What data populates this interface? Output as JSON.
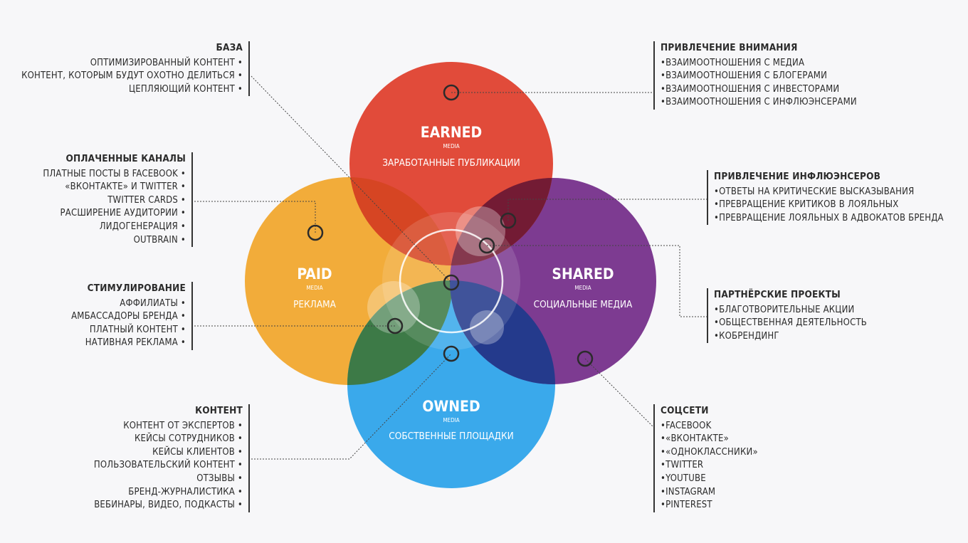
{
  "circles": {
    "earned": {
      "name": "EARNED",
      "media": "MEDIA",
      "sub": "ЗАРАБОТАННЫЕ ПУБЛИКАЦИИ",
      "color": "#e14b3a"
    },
    "paid": {
      "name": "PAID",
      "media": "MEDIA",
      "sub": "РЕКЛАМА",
      "color": "#f2ac3a"
    },
    "shared": {
      "name": "SHARED",
      "media": "MEDIA",
      "sub": "СОЦИАЛЬНЫЕ МЕДИА",
      "color": "#7d3b91"
    },
    "owned": {
      "name": "OWNED",
      "media": "MEDIA",
      "sub": "СОБСТВЕННЫЕ ПЛОЩАДКИ",
      "color": "#3aa9eb"
    }
  },
  "blocks": {
    "baza": {
      "title": "БАЗА",
      "items": [
        "ОПТИМИЗИРОВАННЫЙ КОНТЕНТ",
        "КОНТЕНТ, КОТОРЫМ БУДУТ ОХОТНО ДЕЛИТЬСЯ",
        "ЦЕПЛЯЮЩИЙ КОНТЕНТ"
      ]
    },
    "paid_channels": {
      "title": "ОПЛАЧЕННЫЕ КАНАЛЫ",
      "items": [
        "ПЛАТНЫЕ ПОСТЫ В FACEBOOK",
        "«ВКОНТАКТЕ» И TWITTER",
        "TWITTER CARDS",
        "РАСШИРЕНИЕ АУДИТОРИИ",
        "ЛИДОГЕНЕРАЦИЯ",
        "OUTBRAIN"
      ]
    },
    "stimulation": {
      "title": "СТИМУЛИРОВАНИЕ",
      "items": [
        "АФФИЛИАТЫ",
        "АМБАССАДОРЫ БРЕНДА",
        "ПЛАТНЫЙ КОНТЕНТ",
        "НАТИВНАЯ РЕКЛАМА"
      ]
    },
    "content": {
      "title": "КОНТЕНТ",
      "items": [
        "КОНТЕНТ ОТ ЭКСПЕРТОВ",
        "КЕЙСЫ СОТРУДНИКОВ",
        "КЕЙСЫ КЛИЕНТОВ",
        "ПОЛЬЗОВАТЕЛЬСКИЙ КОНТЕНТ",
        "ОТЗЫВЫ",
        "БРЕНД-ЖУРНАЛИСТИКА",
        "ВЕБИНАРЫ, ВИДЕО, ПОДКАСТЫ"
      ]
    },
    "attention": {
      "title": "ПРИВЛЕЧЕНИЕ ВНИМАНИЯ",
      "items": [
        "ВЗАИМООТНОШЕНИЯ С МЕДИА",
        "ВЗАИМООТНОШЕНИЯ С БЛОГЕРАМИ",
        "ВЗАИМООТНОШЕНИЯ С ИНВЕСТОРАМИ",
        "ВЗАИМООТНОШЕНИЯ С ИНФЛЮЭНСЕРАМИ"
      ]
    },
    "influencers": {
      "title": "ПРИВЛЕЧЕНИЕ ИНФЛЮЭНСЕРОВ",
      "items": [
        "ОТВЕТЫ НА КРИТИЧЕСКИЕ ВЫСКАЗЫВАНИЯ",
        "ПРЕВРАЩЕНИЕ КРИТИКОВ В ЛОЯЛЬНЫХ",
        "ПРЕВРАЩЕНИЕ ЛОЯЛЬНЫХ В АДВОКАТОВ БРЕНДА"
      ]
    },
    "partners": {
      "title": "ПАРТНЁРСКИЕ ПРОЕКТЫ",
      "items": [
        "БЛАГОТВОРИТЕЛЬНЫЕ АКЦИИ",
        "ОБЩЕСТВЕННАЯ ДЕЯТЕЛЬНОСТЬ",
        "КОБРЕНДИНГ"
      ]
    },
    "social": {
      "title": "СОЦСЕТИ",
      "items": [
        "FACEBOOK",
        "«ВКОНТАКТЕ»",
        "«ОДНОКЛАССНИКИ»",
        "TWITTER",
        "YOUTUBE",
        "INSTAGRAM",
        "PINTEREST"
      ]
    }
  }
}
